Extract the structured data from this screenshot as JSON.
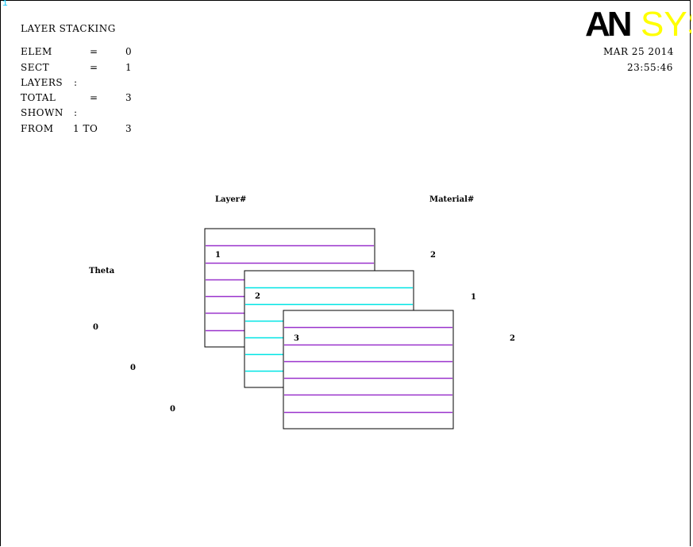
{
  "window": {
    "number": "1",
    "title": "LAYER STACKING",
    "logo": {
      "an": "AN",
      "sys": "SYS",
      "an_color": "#000000",
      "sys_color": "#ffff00"
    },
    "date": "MAR 25 2014",
    "time": "23:55:46"
  },
  "info": [
    {
      "key": "ELEM",
      "sep": "=",
      "value": "0"
    },
    {
      "key": "SECT",
      "sep": "=",
      "value": "1"
    },
    {
      "key": "LAYERS",
      "sep": ":",
      "value": ""
    },
    {
      "key": "TOTAL",
      "sep": "=",
      "value": "3"
    },
    {
      "key": "SHOWN",
      "sep": ":",
      "value": ""
    },
    {
      "key": "FROM",
      "sep": "1 TO",
      "value": "3"
    }
  ],
  "labels": {
    "layer_header": "Layer#",
    "material_header": "Material#",
    "theta_header": "Theta"
  },
  "layers": [
    {
      "number": "1",
      "material": "2",
      "theta": "0",
      "stripe_color": "#9932cc"
    },
    {
      "number": "2",
      "material": "1",
      "theta": "0",
      "stripe_color": "#00e5e5"
    },
    {
      "number": "3",
      "material": "2",
      "theta": "0",
      "stripe_color": "#9932cc"
    }
  ],
  "colors": {
    "window_number": "#00c8ff",
    "outline": "#000000"
  }
}
